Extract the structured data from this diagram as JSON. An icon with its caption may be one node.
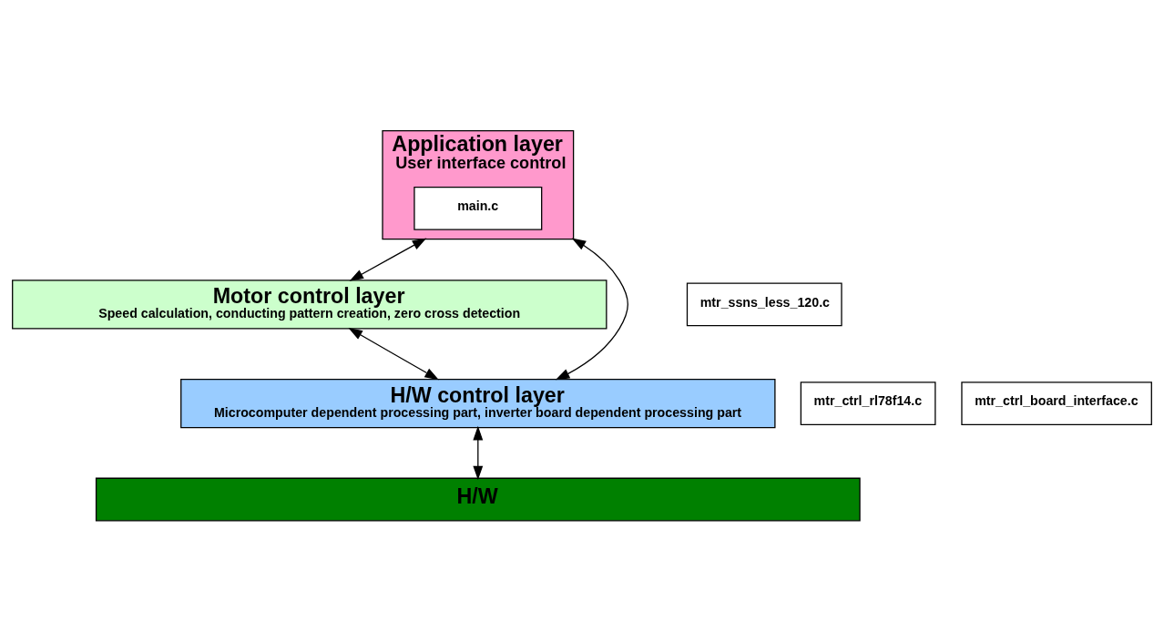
{
  "diagram": {
    "nodes": [
      {
        "text": [
          "Application layer",
          "User interface control"
        ]
      },
      {
        "text": [
          "main.c"
        ],
        "in": 0
      },
      {
        "text": [
          "Motor control layer",
          "Speed calculation, conducting pattern creation, zero cross detection"
        ]
      },
      {
        "text": [
          "mtr_ssns_less_120.c"
        ]
      },
      {
        "text": [
          "H/W control layer",
          "Microcomputer dependent processing part, inverter board dependent processing part"
        ]
      },
      {
        "text": [
          "mtr_ctrl_rl78f14.c"
        ]
      },
      {
        "text": [
          "mtr_ctrl_board_interface.c"
        ]
      },
      {
        "text": [
          "H/W"
        ]
      }
    ],
    "edges": [
      {
        "from": 0,
        "to": 4,
        "arrow": "both"
      },
      {
        "from": 0,
        "to": 2,
        "arrow": "both"
      },
      {
        "from": 2,
        "to": 4,
        "arrow": "both"
      },
      {
        "from": 4,
        "to": 7,
        "arrow": "both"
      }
    ]
  }
}
